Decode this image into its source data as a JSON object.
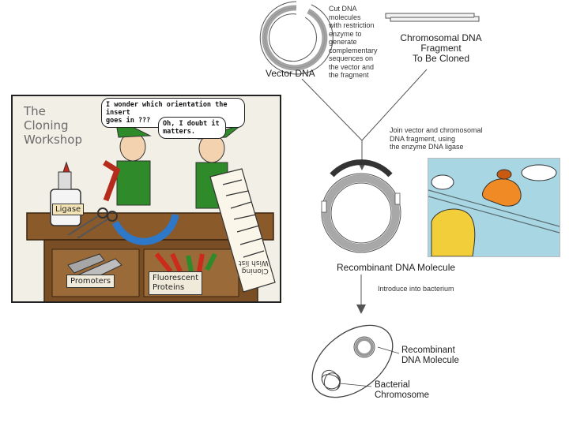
{
  "flow": {
    "vector_label": "Vector DNA",
    "cut_note": [
      "Cut DNA",
      "molecules",
      "with restriction",
      "enzyme to",
      "generate",
      "complementary",
      "sequences on",
      "the vector and",
      "the fragment"
    ],
    "fragment_label": [
      "Chromosomal DNA",
      "Fragment",
      "To Be Cloned"
    ],
    "join_note": [
      "Join vector and chromosomal",
      "DNA fragment, using",
      "the enzyme DNA ligase"
    ],
    "recombinant_label": "Recombinant DNA Molecule",
    "introduce_note": "Introduce into bacterium",
    "cell_recombinant_label": [
      "Recombinant",
      "DNA Molecule"
    ],
    "cell_chromosome_label": [
      "Bacterial",
      "Chromosome"
    ]
  },
  "cartoon": {
    "title": [
      "The",
      "Cloning",
      "Workshop"
    ],
    "bubble_left": [
      "I wonder which orientation the insert",
      "goes in ???"
    ],
    "bubble_right": [
      "Oh, I doubt it",
      "matters."
    ],
    "ligase_label": "Ligase",
    "promoters_label": "Promoters",
    "fluorescent_label": [
      "Fluorescent",
      "Proteins"
    ],
    "scroll_label": [
      "Cloning",
      "Wish list"
    ]
  }
}
